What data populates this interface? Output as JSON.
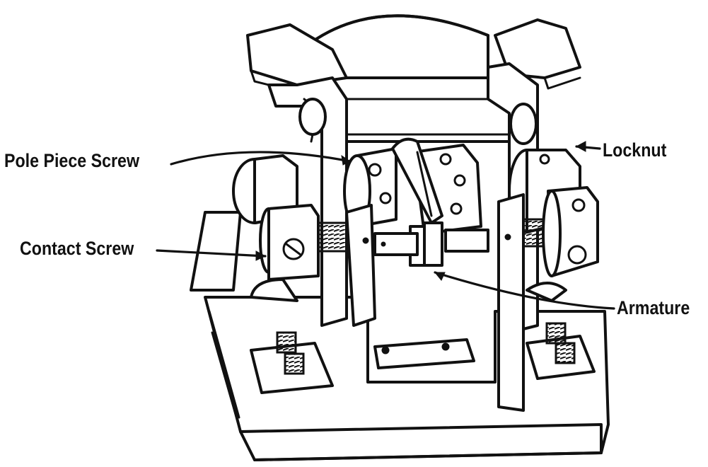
{
  "labels": {
    "pole_piece_screw": "Pole Piece Screw",
    "contact_screw": "Contact Screw",
    "locknut": "Locknut",
    "armature": "Armature"
  },
  "colors": {
    "ink": "#111111",
    "paper": "#ffffff"
  }
}
